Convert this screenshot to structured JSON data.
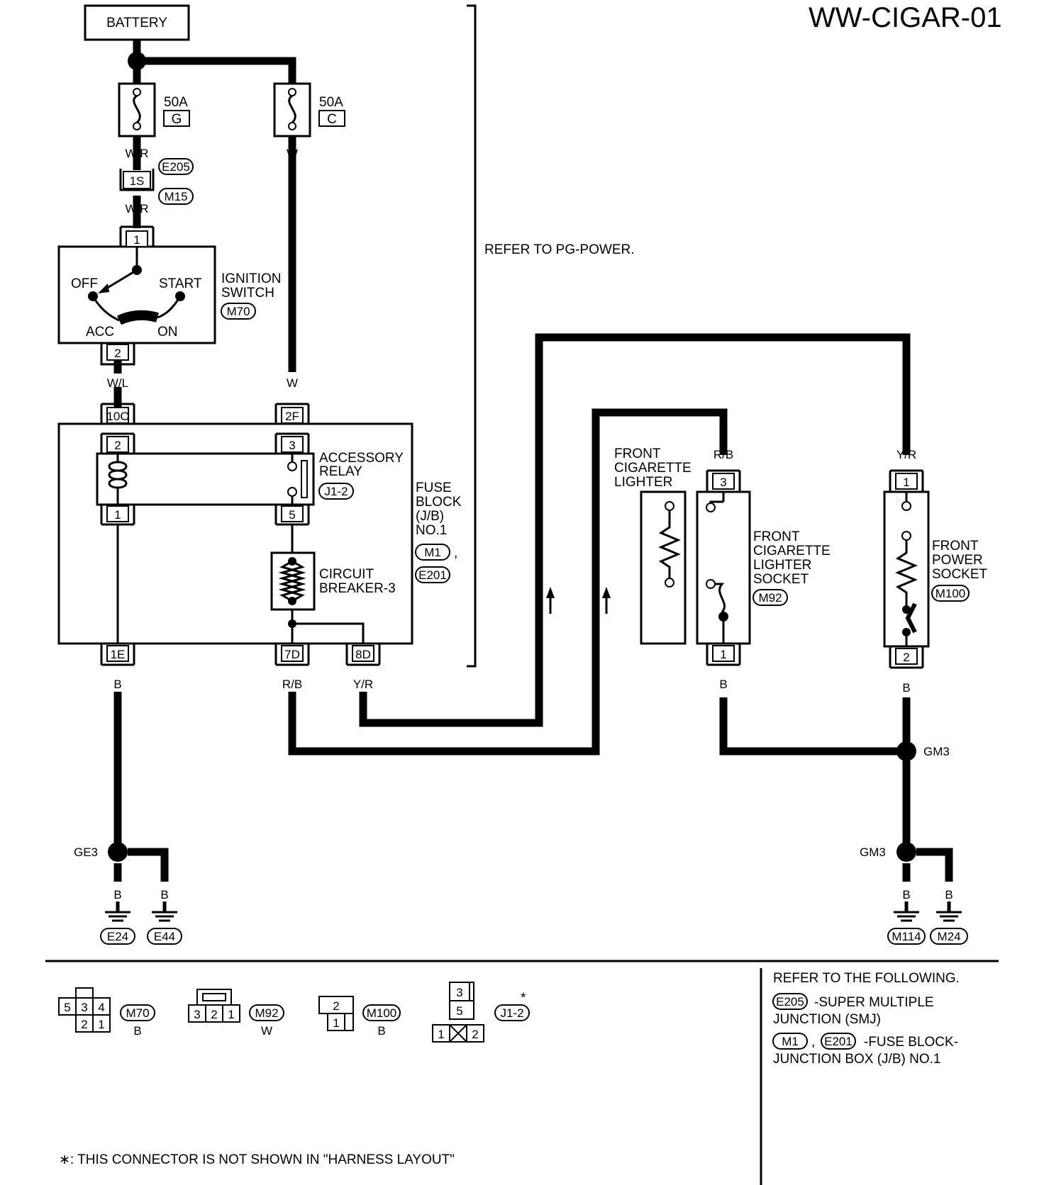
{
  "title": "WW-CIGAR-01",
  "battery": "BATTERY",
  "refer_pg_power": "REFER TO PG-POWER.",
  "fuses": [
    {
      "rating": "50A",
      "letter": "G"
    },
    {
      "rating": "50A",
      "letter": "C"
    }
  ],
  "wires": {
    "w_r": "W/R",
    "w": "W",
    "w_l": "W/L",
    "b": "B",
    "r_b": "R/B",
    "y_r": "Y/R"
  },
  "smj": {
    "pin": "1S",
    "conn_top": "E205",
    "conn_bottom": "M15"
  },
  "ignition_switch": {
    "label_line1": "IGNITION",
    "label_line2": "SWITCH",
    "connector": "M70",
    "positions": {
      "off": "OFF",
      "start": "START",
      "acc": "ACC",
      "on": "ON"
    },
    "pin_in": "1",
    "pin_out": "2"
  },
  "fuse_block": {
    "label": [
      "FUSE",
      "BLOCK",
      "(J/B)",
      "NO.1"
    ],
    "conn_a": "M1",
    "conn_sep": ",",
    "conn_b": "E201",
    "pins": {
      "p10c": "10C",
      "p2f": "2F",
      "p1e": "1E",
      "p7d": "7D",
      "p8d": "8D"
    }
  },
  "accessory_relay": {
    "label_line1": "ACCESSORY",
    "label_line2": "RELAY",
    "connector": "J1-2",
    "pins": {
      "p2": "2",
      "p3": "3",
      "p1": "1",
      "p5": "5"
    }
  },
  "circuit_breaker": {
    "label_line1": "CIRCUIT",
    "label_line2": "BREAKER-3"
  },
  "lighter": {
    "label": [
      "FRONT",
      "CIGARETTE",
      "LIGHTER"
    ]
  },
  "lighter_socket": {
    "label": [
      "FRONT",
      "CIGARETTE",
      "LIGHTER",
      "SOCKET"
    ],
    "connector": "M92",
    "pin_top": "3",
    "pin_bottom": "1"
  },
  "power_socket": {
    "label": [
      "FRONT",
      "POWER",
      "SOCKET"
    ],
    "connector": "M100",
    "pin_top": "1",
    "pin_bottom": "2"
  },
  "grounds": {
    "ge3": "GE3",
    "gm3_upper": "GM3",
    "gm3_lower": "GM3",
    "e24": "E24",
    "e44": "E44",
    "m114": "M114",
    "m24": "M24"
  },
  "connector_views": {
    "m70": {
      "name": "M70",
      "color": "B",
      "top": [
        "5",
        "3",
        "4"
      ],
      "bottom": [
        "2",
        "1"
      ]
    },
    "m92": {
      "name": "M92",
      "color": "W",
      "pins": [
        "3",
        "2",
        "1"
      ]
    },
    "m100": {
      "name": "M100",
      "color": "B",
      "top": "2",
      "bottom": "1"
    },
    "j12": {
      "name": "J1-2",
      "star": "*",
      "pins": [
        "3",
        "5",
        "1",
        "2"
      ]
    }
  },
  "refer_following": {
    "heading": "REFER TO THE FOLLOWING.",
    "smj_conn": "E205",
    "smj_line1": "-SUPER MULTIPLE",
    "smj_line2": "JUNCTION (SMJ)",
    "jb_conn_a": "M1",
    "jb_sep": ",",
    "jb_conn_b": "E201",
    "jb_line1": "-FUSE BLOCK-",
    "jb_line2": "JUNCTION BOX (J/B) NO.1"
  },
  "footnote": "∗: THIS CONNECTOR IS NOT SHOWN IN \"HARNESS LAYOUT\""
}
